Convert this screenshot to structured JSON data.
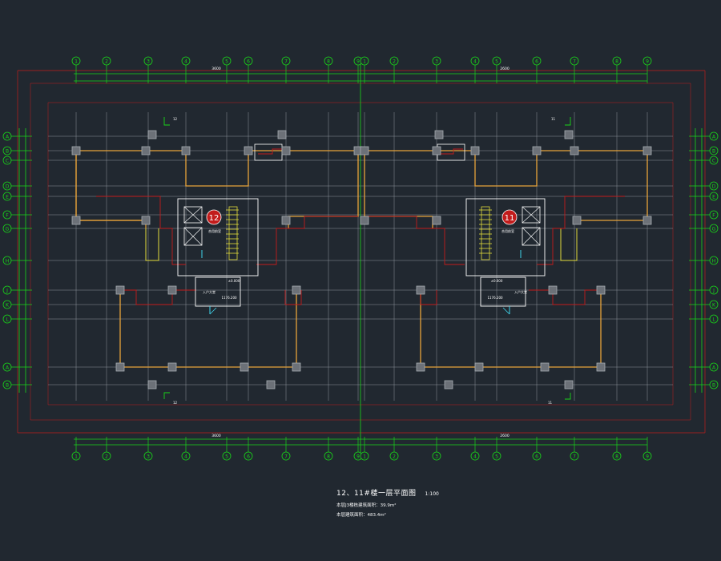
{
  "drawing": {
    "background": "#212830",
    "colors": {
      "grid": "#8d939b",
      "axis": "#19d619",
      "wall_red": "#c21c1c",
      "wall_orange": "#e8a33a",
      "wall_yellow": "#e2dc3c",
      "column": "#a9aeb4",
      "text": "#ffffff",
      "cyan": "#3fd3ea"
    },
    "top_total_left": "3600",
    "top_total_right": "2600",
    "bottom_total_left": "3600",
    "bottom_total_right": "2600",
    "building_left_number": "12",
    "building_right_number": "11",
    "section_mark_left": "12",
    "section_mark_right": "11",
    "left_unit_label": "合用前室",
    "right_unit_label": "合用前室",
    "left_entry_label": "入户大堂",
    "right_entry_label": "入户大堂",
    "left_elev_top": "±0.000",
    "left_elev_bottom": "1176.200",
    "right_elev_top": "±0.000",
    "right_elev_bottom": "1176.200",
    "axis_labels_top": [
      "1",
      "2",
      "3",
      "4",
      "5",
      "6",
      "7",
      "8",
      "9",
      "1",
      "2",
      "3",
      "4",
      "5",
      "6",
      "7",
      "8",
      "9"
    ],
    "axis_labels_side": [
      "A",
      "B",
      "C",
      "D",
      "E",
      "F",
      "G",
      "H",
      "J",
      "K",
      "L"
    ]
  },
  "caption": {
    "title": "12、11#楼一层平面图",
    "scale": "1:100",
    "area_note_1": "本层J3楼栋建筑面积：39.9m²",
    "area_note_2": "本层建筑面积：483.4m²"
  }
}
